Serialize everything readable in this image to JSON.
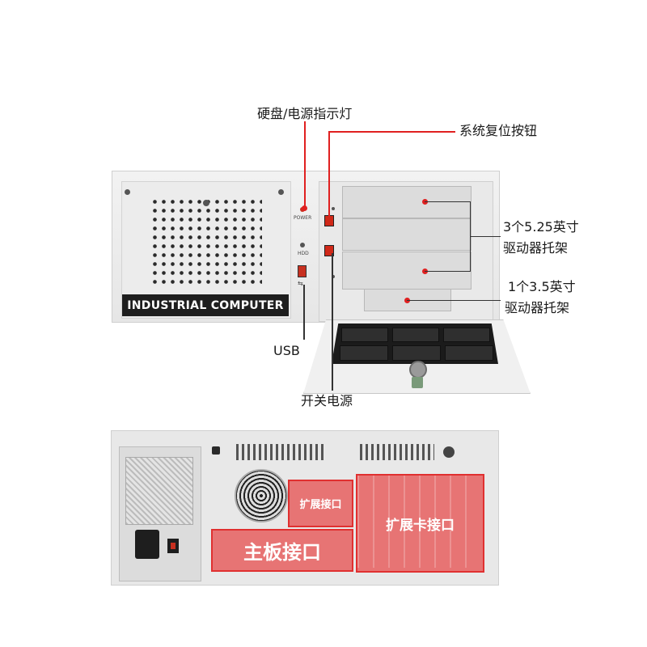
{
  "front": {
    "brand_label": "INDUSTRIAL COMPUTER",
    "panel_marks": {
      "power": "POWER",
      "hdd": "HDD"
    }
  },
  "callouts": {
    "hdd_power_led": "硬盘/电源指示灯",
    "reset_button": "系统复位按钮",
    "bays_525_line1": "3个5.25英寸",
    "bays_525_line2": "驱动器托架",
    "bay_35_line1": "1个3.5英寸",
    "bay_35_line2": "驱动器托架",
    "usb": "USB",
    "power_switch": "开关电源"
  },
  "rear": {
    "expansion_port": "扩展接口",
    "motherboard_ports": "主板接口",
    "expansion_card_ports": "扩展卡接口"
  },
  "colors": {
    "callout_red": "#e02020",
    "overlay_red": "#e64646"
  }
}
